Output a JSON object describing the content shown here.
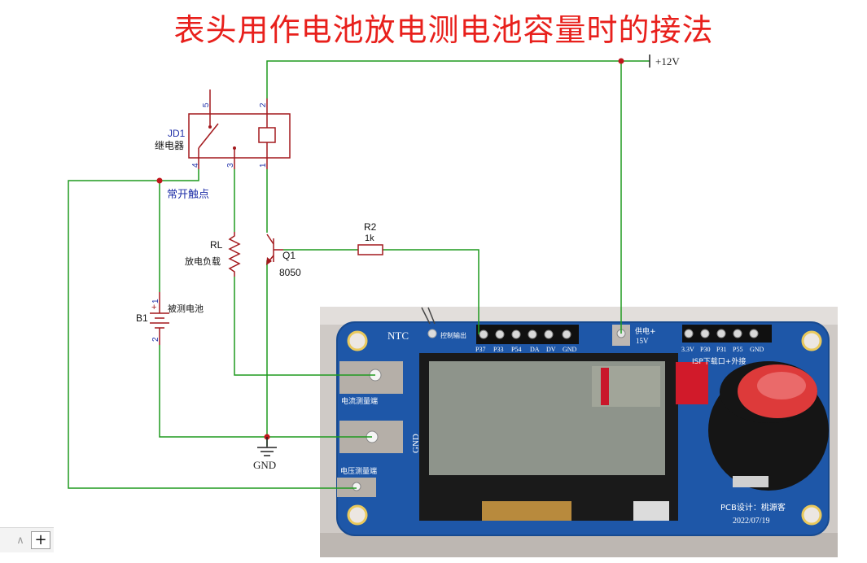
{
  "title": "表头用作电池放电测电池容量时的接法",
  "power": {
    "label": "+12V"
  },
  "ground": {
    "label": "GND"
  },
  "relay": {
    "ref": "JD1",
    "name": "继电器",
    "contact_label": "常开触点",
    "pins": [
      "5",
      "2",
      "4",
      "3",
      "1"
    ]
  },
  "load": {
    "ref": "RL",
    "name": "放电负载"
  },
  "transistor": {
    "ref": "Q1",
    "value": "8050"
  },
  "resistor": {
    "ref": "R2",
    "value": "1k"
  },
  "battery": {
    "ref": "B1",
    "name": "被测电池",
    "pin_plus": "+",
    "pin_1": "1",
    "pin_2": "2"
  },
  "board": {
    "ntc": "NTC",
    "control_out": "控制输出",
    "header_pins": [
      "P37",
      "P33",
      "P54",
      "DA",
      "DV",
      "GND"
    ],
    "supply_label": "供电+",
    "supply_voltage": "15V",
    "isp_label": "ISP下载口+外接",
    "isp_pins": [
      "3.3V",
      "P30",
      "P31",
      "P55",
      "GND"
    ],
    "current_label": "电流测量端",
    "voltage_label": "电压测量端",
    "gnd_label": "GND",
    "pcb_credit": "PCB设计：桃源客",
    "date": "2022/07/19"
  },
  "colors": {
    "title": "#e8201c",
    "wire": "#1f9a1f",
    "component": "#a3191d",
    "pin_number": "#1f2fa8",
    "contact_label": "#1f2fa8",
    "pcb": "#1e57a8"
  }
}
